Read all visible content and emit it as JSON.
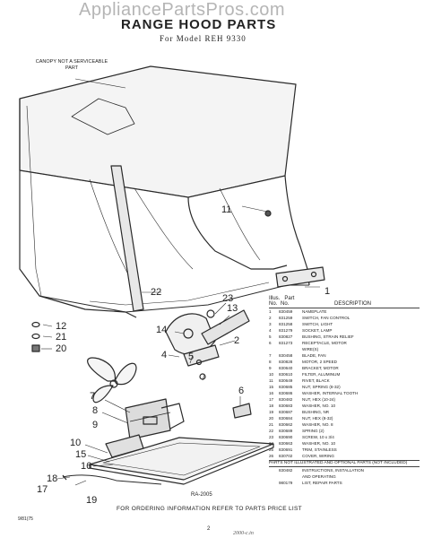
{
  "watermark": "AppliancePartsPros.com",
  "title": "RANGE HOOD PARTS",
  "model_line": "For Model  REH 9330",
  "canopy_note": "CANOPY NOT A SERVICEABLE PART",
  "callouts": {
    "c1": "1",
    "c2": "2",
    "c4": "4",
    "c5": "5",
    "c6": "6",
    "c7": "7",
    "c8": "8",
    "c9": "9",
    "c10": "10",
    "c11": "11",
    "c12": "12",
    "c13": "13",
    "c14": "14",
    "c15": "15",
    "c16": "16",
    "c17": "17",
    "c18": "18",
    "c19": "19",
    "c20": "20",
    "c21": "21",
    "c22": "22",
    "c23": "23"
  },
  "parts_header": {
    "col1": "Illus.",
    "col2": "Part",
    "col3": "No.",
    "col4": "No.",
    "col5": "DESCRIPTION"
  },
  "parts": [
    {
      "key": "1",
      "part": "830459",
      "desc": "NAMEPLATE"
    },
    {
      "key": "2",
      "part": "831259",
      "desc": "SWITCH, FAN CONTROL"
    },
    {
      "key": "3",
      "part": "831258",
      "desc": "SWITCH, LIGHT"
    },
    {
      "key": "4",
      "part": "831279",
      "desc": "SOCKET, LAMP"
    },
    {
      "key": "5",
      "part": "830827",
      "desc": "BUSHING, STRAIN RELIEF"
    },
    {
      "key": "6",
      "part": "831273",
      "desc": "RECEPTACLE, MOTOR"
    },
    {
      "key": "",
      "part": "",
      "desc": "WIRE(S)"
    },
    {
      "key": "7",
      "part": "830458",
      "desc": "BLADE, FAN"
    },
    {
      "key": "8",
      "part": "830828",
      "desc": "MOTOR, 2 SPEED"
    },
    {
      "key": "9",
      "part": "830640",
      "desc": "BRACKET, MOTOR"
    },
    {
      "key": "10",
      "part": "830610",
      "desc": "FILTER, ALUMINUM"
    },
    {
      "key": "11",
      "part": "830649",
      "desc": "RIVET, BLACK"
    },
    {
      "key": "15",
      "part": "830685",
      "desc": "NUT, SPRING (8-32)"
    },
    {
      "key": "16",
      "part": "830686",
      "desc": "WASHER, INTERNAL TOOTH"
    },
    {
      "key": "17",
      "part": "830482",
      "desc": "NUT, HEX (10-24)"
    },
    {
      "key": "18",
      "part": "830683",
      "desc": "WASHER, NO. 10"
    },
    {
      "key": "19",
      "part": "830687",
      "desc": "BUSHING, NR"
    },
    {
      "key": "20",
      "part": "830684",
      "desc": "NUT, HEX (8-32)"
    },
    {
      "key": "21",
      "part": "830662",
      "desc": "WASHER, NO. 8"
    },
    {
      "key": "22",
      "part": "830689",
      "desc": "SPRING (2)"
    },
    {
      "key": "23",
      "part": "830690",
      "desc": "SCREW, 10 x 3/4"
    },
    {
      "key": "24",
      "part": "830663",
      "desc": "WASHER, NO. 10"
    },
    {
      "key": "25",
      "part": "830691",
      "desc": "TRIM, STAINLESS"
    },
    {
      "key": "26",
      "part": "830702",
      "desc": "COVER, WIRING"
    }
  ],
  "parts_note": "PARTS NOT ILLUSTRATED AND OPTIONAL PARTS (NOT INCLUDED)",
  "extra_parts": [
    {
      "key": "",
      "part": "830482",
      "desc": "INSTRUCTIONS, INSTALLATION"
    },
    {
      "key": "",
      "part": "",
      "desc": "AND OPERATING"
    },
    {
      "key": "",
      "part": "980179",
      "desc": "LIST, REPAIR PARTS"
    }
  ],
  "ra_code": "RA-2005",
  "footer": "FOR ORDERING INFORMATION REFER TO PARTS PRICE LIST",
  "date_code": "9/81(75",
  "page_number": "2",
  "scribble": "2000-c.in"
}
